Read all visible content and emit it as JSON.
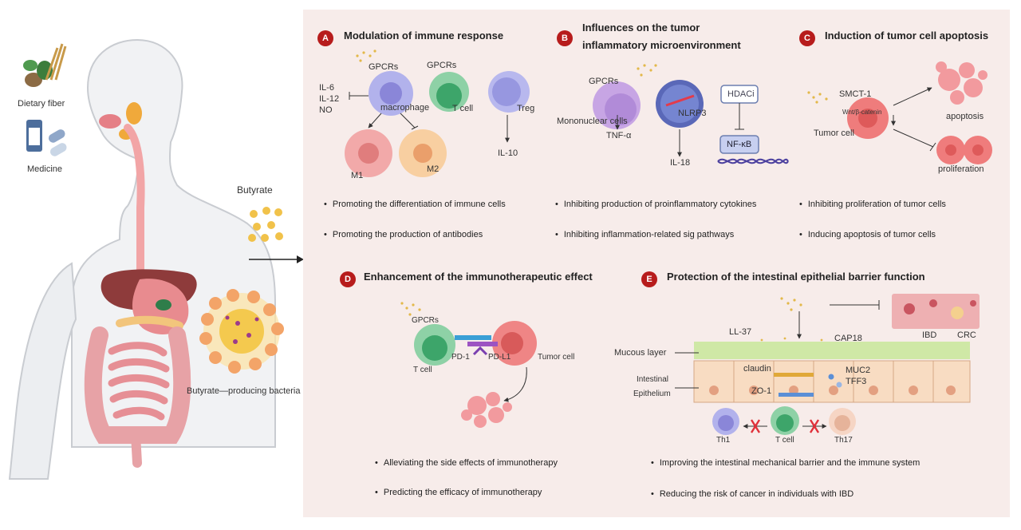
{
  "left": {
    "dietary_fiber": "Dietary fiber",
    "medicine": "Medicine",
    "butyrate": "Butyrate",
    "bacteria": "Butyrate—producing bacteria"
  },
  "sections": {
    "A": {
      "badge": "A",
      "title": "Modulation of immune response",
      "labels": {
        "gpcrs1": "GPCRs",
        "gpcrs2": "GPCRs",
        "il6": "IL-6",
        "il12": "IL-12",
        "no": "NO",
        "macrophage": "macrophage",
        "tcell": "T cell",
        "treg": "Treg",
        "il10": "IL-10",
        "m1": "M1",
        "m2": "M2"
      },
      "bullets": [
        "Promoting the differentiation of  immune cells",
        "Promoting the production of antibodies"
      ]
    },
    "B": {
      "badge": "B",
      "title_line1": "Influences on the tumor",
      "title_line2": "inflammatory microenvironment",
      "labels": {
        "gpcrs": "GPCRs",
        "mono": "Mononuclear cells",
        "tnf": "TNF-α",
        "nlrp3": "NLRP3",
        "il18": "IL-18",
        "hdaci": "HDACi",
        "nfkb": "NF-κB"
      },
      "bullets": [
        "Inhibiting  production of proinflammatory cytokines",
        "Inhibiting inflammation-related sig pathways"
      ]
    },
    "C": {
      "badge": "C",
      "title": "Induction of tumor cell apoptosis",
      "labels": {
        "smct": "SMCT-1",
        "wnt": "Wnt/β-catenin",
        "tumor": "Tumor cell",
        "apoptosis": "apoptosis",
        "proliferation": "proliferation"
      },
      "bullets": [
        "Inhibiting proliferation of tumor cells",
        "Inducing apoptosis of tumor cells"
      ]
    },
    "D": {
      "badge": "D",
      "title": "Enhancement of the immunotherapeutic effect",
      "labels": {
        "gpcrs": "GPCRs",
        "pd1": "PD-1",
        "pdl1": "PD-L1",
        "tcell": "T cell",
        "tumor": "Tumor cell"
      },
      "bullets": [
        "Alleviating the side effects of immunotherapy",
        "Predicting the efficacy of immunotherapy"
      ]
    },
    "E": {
      "badge": "E",
      "title": "Protection of the intestinal epithelial barrier function",
      "labels": {
        "ibd": "IBD",
        "crc": "CRC",
        "ll37": "LL-37",
        "cap18": "CAP18",
        "mucous": "Mucous layer",
        "epi1": "Intestinal",
        "epi2": "Epithelium",
        "claudin": "claudin",
        "muc2": "MUC2",
        "tff3": "TFF3",
        "zo1": "ZO-1",
        "th1": "Th1",
        "tcell": "T cell",
        "th17": "Th17"
      },
      "bullets": [
        "Improving the intestinal mechanical barrier and the immune system",
        "Reducing the risk of cancer in individuals with IBD"
      ]
    }
  }
}
